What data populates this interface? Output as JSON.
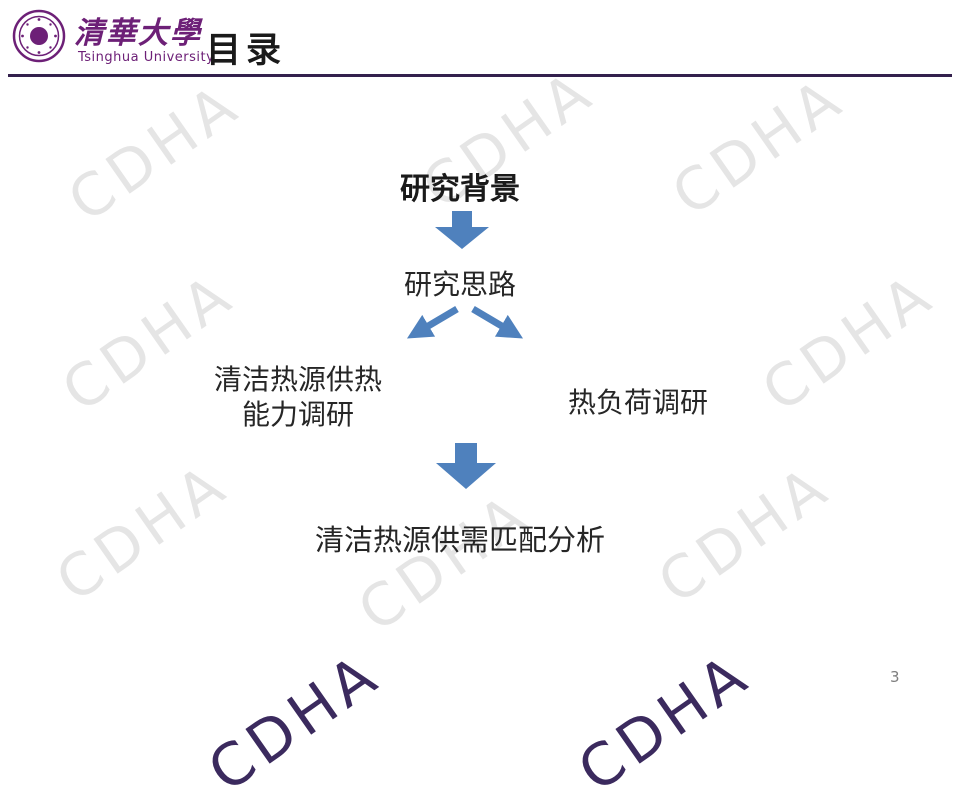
{
  "slide": {
    "title": "目录",
    "page_number": "3"
  },
  "logo": {
    "calligraphy": "清華大學",
    "name_en": "Tsinghua University"
  },
  "watermark": {
    "text": "CDHA"
  },
  "flow": {
    "node_background": "研究背景",
    "node_approach": "研究思路",
    "node_supply_line1": "清洁热源供热",
    "node_supply_line2": "能力调研",
    "node_load": "热负荷调研",
    "node_match": "清洁热源供需匹配分析"
  },
  "colors": {
    "arrow_blue": "#4F81BD",
    "brand_purple": "#6d2077",
    "divider_purple": "#33204d",
    "watermark_gray": "#e5e5e5",
    "watermark_bottom_purple": "#3b2a5e"
  }
}
